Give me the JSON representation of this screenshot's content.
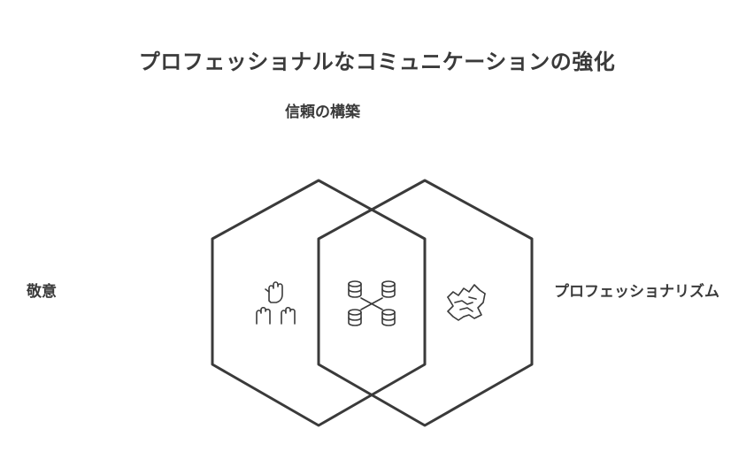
{
  "title": "プロフェッショナルなコミュニケーションの強化",
  "labels": {
    "top": "信頼の構築",
    "left": "敬意",
    "right": "プロフェッショナリズム"
  },
  "colors": {
    "stroke": "#3a3a3a",
    "text": "#3a3a3a",
    "background": "#ffffff"
  },
  "icons": {
    "left": "raised-hands-icon",
    "center": "connected-databases-icon",
    "right": "handshake-icon"
  }
}
